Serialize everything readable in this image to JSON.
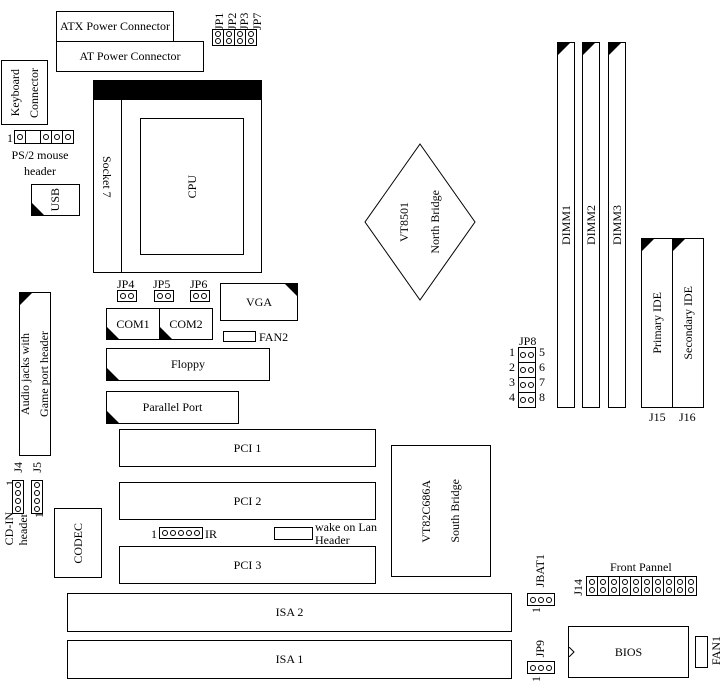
{
  "title": "Motherboard Layout",
  "components": {
    "atx_power": "ATX Power Connector",
    "at_power": "AT Power Connector",
    "keyboard": [
      "Keyboard",
      "Connector"
    ],
    "ps2_pin1": "1",
    "ps2_label": [
      "PS/2 mouse",
      "header"
    ],
    "usb": "USB",
    "socket": "Socket 7",
    "cpu": "CPU",
    "jp_top": [
      "JP1",
      "JP2",
      "JP3",
      "JP7"
    ],
    "jp_mid": [
      "JP4",
      "JP5",
      "JP6"
    ],
    "vga": "VGA",
    "com1": "COM1",
    "com2": "COM2",
    "fan2": "FAN2",
    "floppy": "Floppy",
    "parallel": "Parallel Port",
    "audio": [
      "Audio jacks with",
      "Game port header"
    ],
    "pci": [
      "PCI 1",
      "PCI 2",
      "PCI 3"
    ],
    "ir_pin1": "1",
    "ir": "IR",
    "wol": [
      "wake on Lan",
      "Header"
    ],
    "south_bridge": [
      "VT82C686A",
      "South Bridge"
    ],
    "north_bridge": [
      "VT8501",
      "North Bridge"
    ],
    "dimm": [
      "DIMM1",
      "DIMM2",
      "DIMM3"
    ],
    "ide": [
      "Primary IDE",
      "Secondary IDE"
    ],
    "ide_j": [
      "J15",
      "J16"
    ],
    "jp8": "JP8",
    "jp8_left": [
      "1",
      "2",
      "3",
      "4"
    ],
    "jp8_right": [
      "5",
      "6",
      "7",
      "8"
    ],
    "cdin": [
      "CD-IN",
      "header"
    ],
    "j4": "J4",
    "j5": "J5",
    "j4_pin1": "1",
    "j5_pin1": "1",
    "codec": "CODEC",
    "isa": [
      "ISA 2",
      "ISA 1"
    ],
    "jbat1": "JBAT1",
    "jbat1_pin1": "1",
    "jp9": "JP9",
    "jp9_pin1": "1",
    "front_panel": "Front Pannel",
    "j14": "J14",
    "bios": "BIOS",
    "fan1": "FAN1"
  }
}
